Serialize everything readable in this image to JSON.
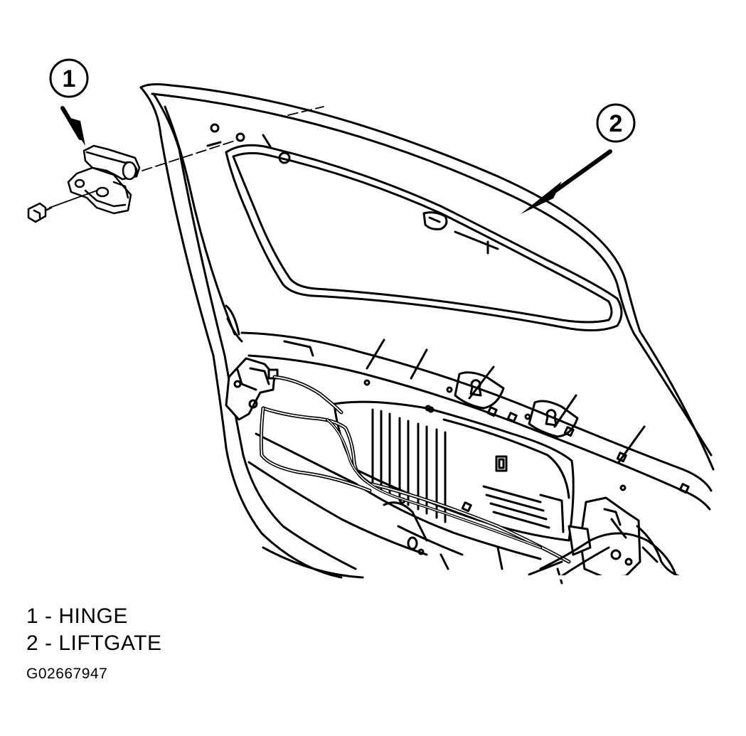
{
  "callouts": [
    {
      "number": "1"
    },
    {
      "number": "2"
    }
  ],
  "legend": [
    {
      "number": "1",
      "label": "1 - HINGE"
    },
    {
      "number": "2",
      "label": "2 - LIFTGATE"
    }
  ],
  "figure_id": "G02667947",
  "colors": {
    "line": "#000000",
    "background": "#ffffff"
  }
}
